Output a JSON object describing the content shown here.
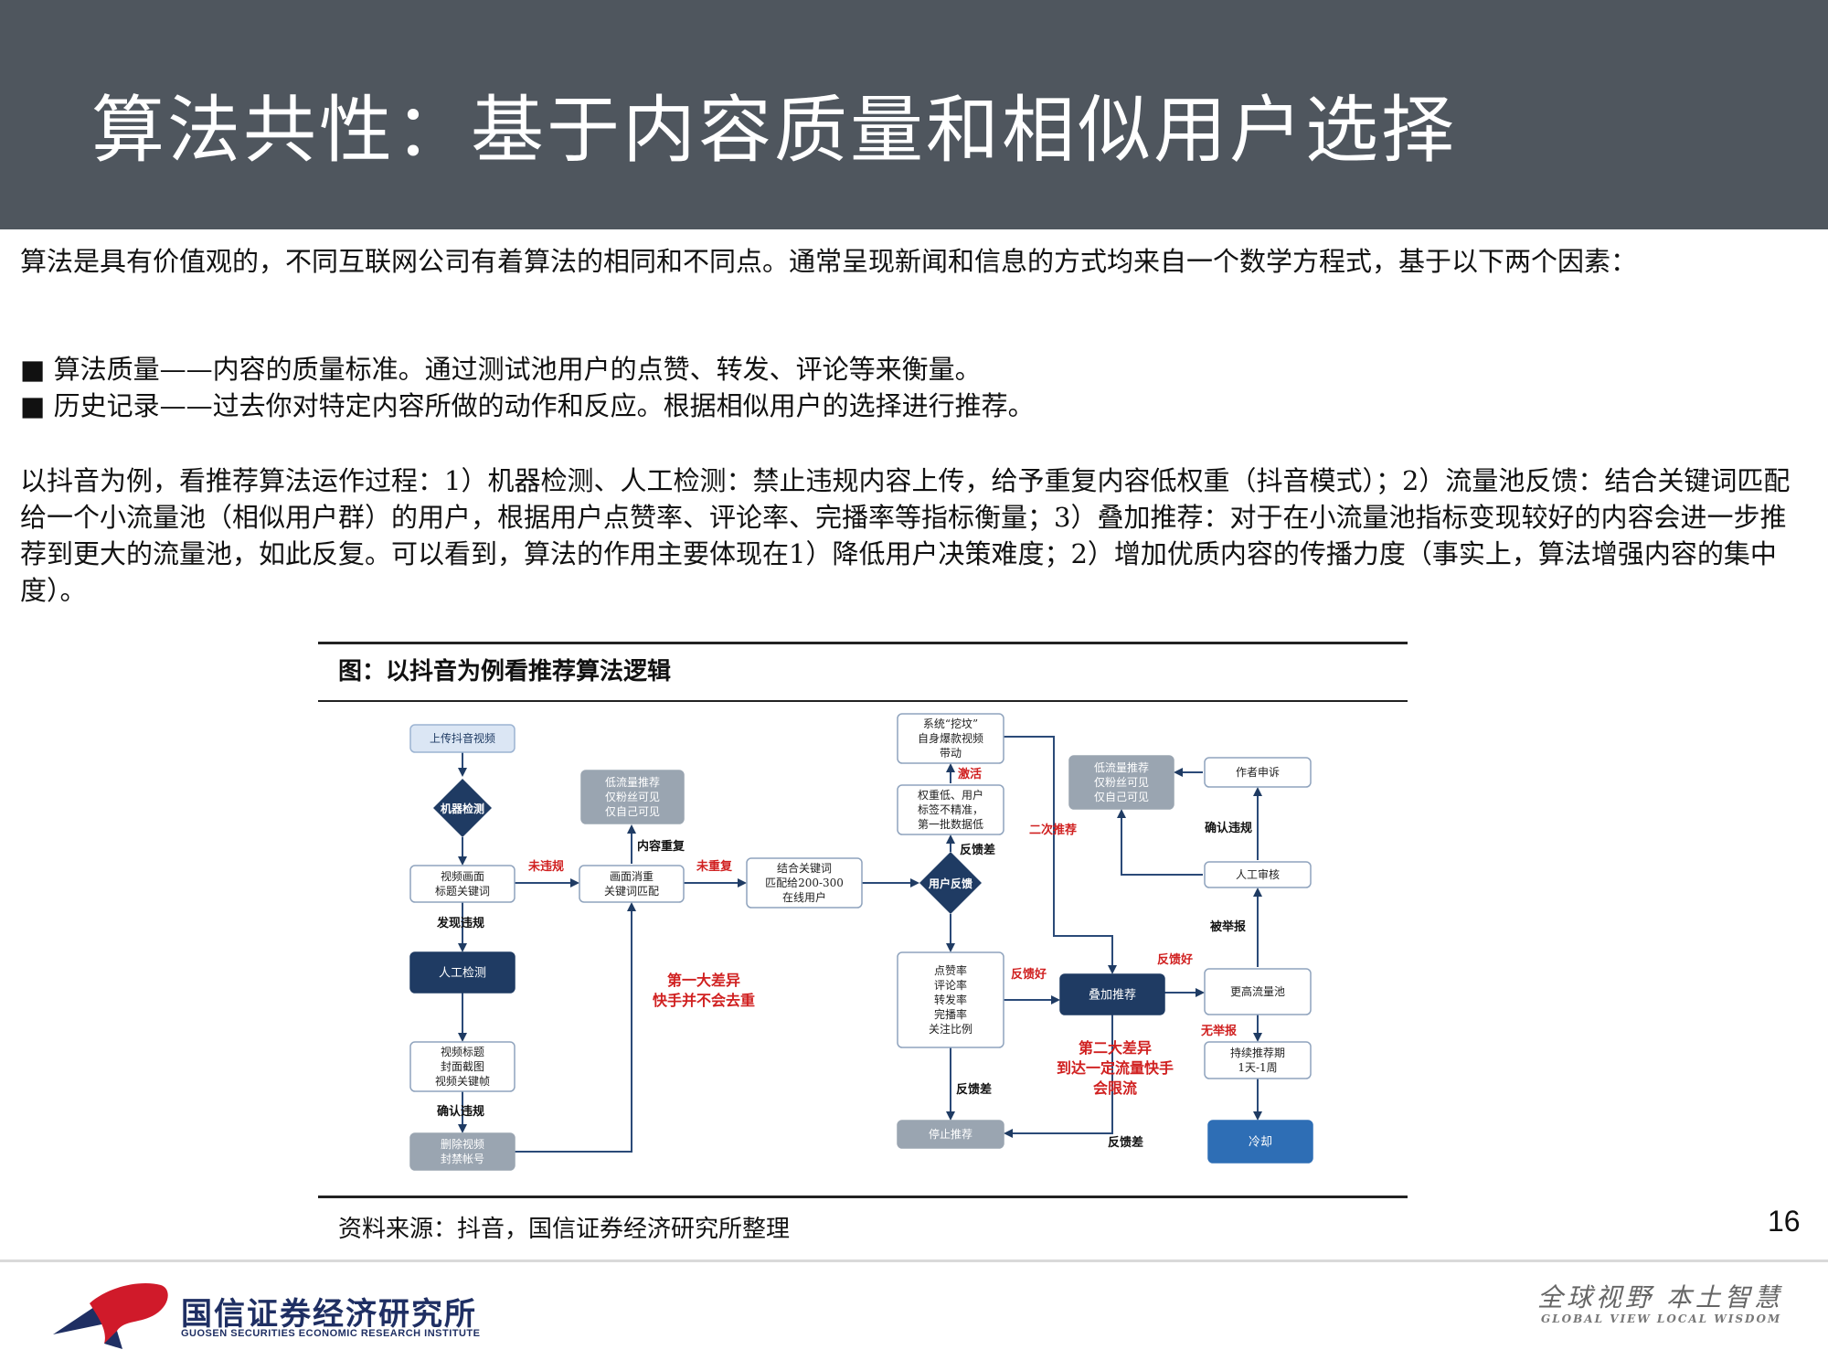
{
  "header": {
    "title": "算法共性：基于内容质量和相似用户选择"
  },
  "intro": "算法是具有价值观的，不同互联网公司有着算法的相同和不同点。通常呈现新闻和信息的方式均来自一个数学方程式，基于以下两个因素：",
  "bullets": [
    "■ 算法质量——内容的质量标准。通过测试池用户的点赞、转发、评论等来衡量。",
    "■ 历史记录——过去你对特定内容所做的动作和反应。根据相似用户的选择进行推荐。"
  ],
  "description": "以抖音为例，看推荐算法运作过程：1）机器检测、人工检测：禁止违规内容上传，给予重复内容低权重（抖音模式）；2）流量池反馈：结合关键词匹配给一个小流量池（相似用户群）的用户，根据用户点赞率、评论率、完播率等指标衡量；3）叠加推荐：对于在小流量池指标变现较好的内容会进一步推荐到更大的流量池，如此反复。可以看到，算法的作用主要体现在1）降低用户决策难度；2）增加优质内容的传播力度（事实上，算法增强内容的集中度）。",
  "figure": {
    "title": "图：以抖音为例看推荐算法逻辑",
    "source": "资料来源：抖音，国信证券经济研究所整理",
    "nodes": {
      "upload": "上传抖音视频",
      "machine_check": "机器检测",
      "video_frame": [
        "视频画面",
        "标题关键词"
      ],
      "manual_check": "人工检测",
      "video_meta": [
        "视频标题",
        "封面截图",
        "视频关键帧"
      ],
      "delete": [
        "删除视频",
        "封禁帐号"
      ],
      "low_flow_left": [
        "低流量推荐",
        "仅粉丝可见",
        "仅自己可见"
      ],
      "dedupe": [
        "画面消重",
        "关键词匹配"
      ],
      "keyword_match": [
        "结合关键词",
        "匹配给200-300",
        "在线用户"
      ],
      "user_feedback": "用户反馈",
      "mining": [
        "系统“挖坟”",
        "自身爆款视频",
        "带动"
      ],
      "low_weight": [
        "权重低、用户",
        "标签不精准，",
        "第一批数据低"
      ],
      "metrics": [
        "点赞率",
        "评论率",
        "转发率",
        "完播率",
        "关注比例"
      ],
      "stop": "停止推荐",
      "stack": "叠加推荐",
      "low_flow_right": [
        "低流量推荐",
        "仅粉丝可见",
        "仅自己可见"
      ],
      "appeal": "作者申诉",
      "review": "人工审核",
      "bigger_pool": "更高流量池",
      "duration": [
        "持续推荐期",
        "1天-1周"
      ],
      "cooldown": "冷却"
    },
    "labels": {
      "no_violation": "未违规",
      "found_violation": "发现违规",
      "confirmed_violation": "确认违规",
      "duplicate": "内容重复",
      "not_duplicate": "未重复",
      "feedback_bad": "反馈差",
      "activate": "激活",
      "second_rec": "二次推荐",
      "feedback_good": "反馈好",
      "reported": "被举报",
      "no_report": "无举报",
      "confirmed_violation_right": "确认违规"
    },
    "notes": {
      "first_diff": [
        "第一大差异",
        "快手并不会去重"
      ],
      "second_diff": [
        "第二大差异",
        "到达一定流量快手",
        "会限流"
      ]
    }
  },
  "page_number": "16",
  "footer": {
    "logo_cn": "国信证券经济研究所",
    "logo_en": "GUOSEN SECURITIES ECONOMIC RESEARCH INSTITUTE",
    "slogan_cn": "全球视野 本土智慧",
    "slogan_en": "GLOBAL VIEW LOCAL WISDOM"
  },
  "colors": {
    "header_bg": "#4f565e",
    "light_box": "#ffffff",
    "blue_box": "#1f3b63",
    "grey_box": "#9aa5b1",
    "accent_red": "#d02020",
    "cool_blue": "#2e6eb5"
  }
}
